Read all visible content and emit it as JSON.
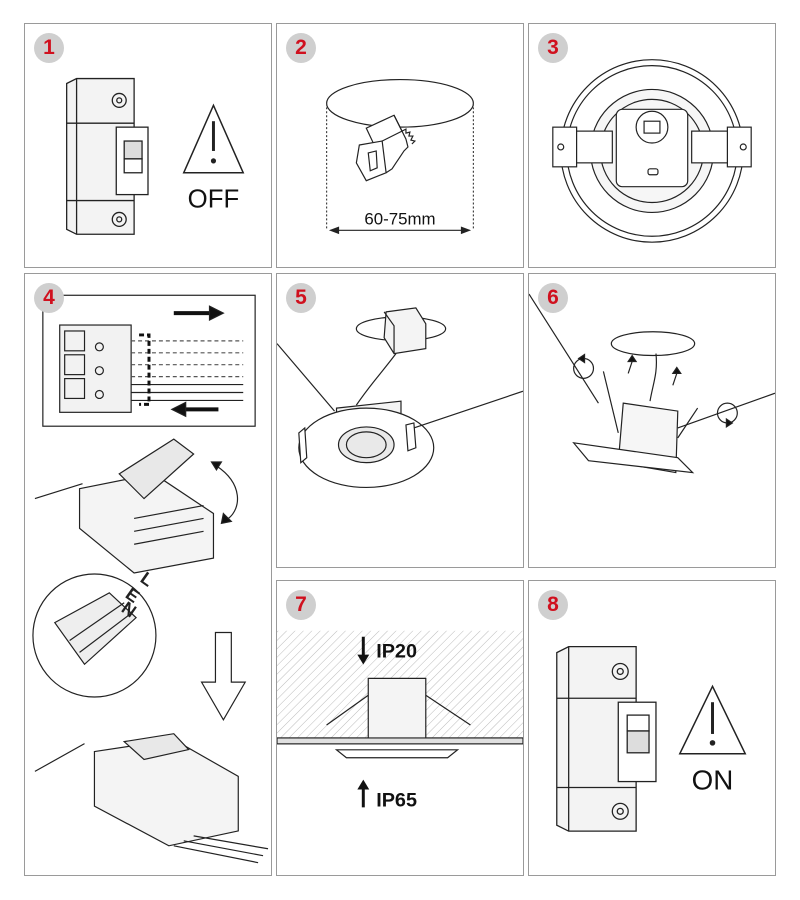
{
  "steps": [
    {
      "number": "1",
      "label": "OFF"
    },
    {
      "number": "2",
      "dimension": "60-75mm"
    },
    {
      "number": "3"
    },
    {
      "number": "4",
      "wire_letters": [
        "N",
        "E",
        "L"
      ]
    },
    {
      "number": "5"
    },
    {
      "number": "6"
    },
    {
      "number": "7",
      "label_top": "IP20",
      "label_bottom": "IP65"
    },
    {
      "number": "8",
      "label": "ON"
    }
  ],
  "colors": {
    "badge_text": "#d0101e",
    "badge_bg": "#cfcfcf",
    "line": "#222222"
  }
}
